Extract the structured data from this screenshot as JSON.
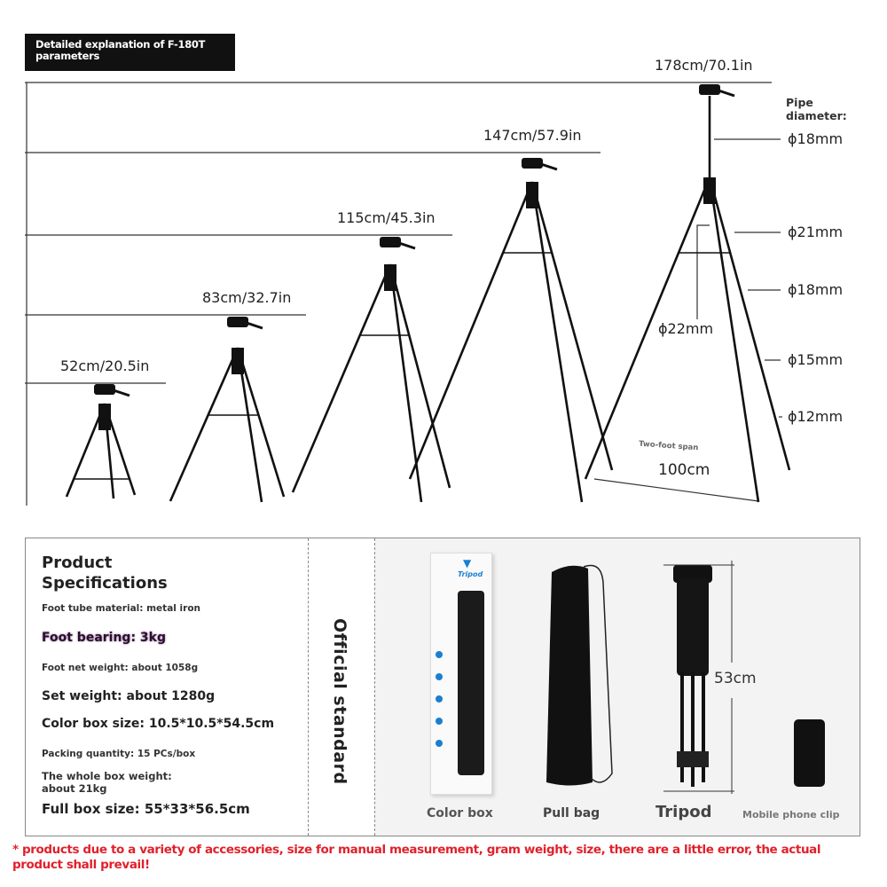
{
  "title": "Detailed explanation of F-180T parameters",
  "heights": [
    {
      "label": "178cm/70.1in"
    },
    {
      "label": "147cm/57.9in"
    },
    {
      "label": "115cm/45.3in"
    },
    {
      "label": "83cm/32.7in"
    },
    {
      "label": "52cm/20.5in"
    }
  ],
  "pipe_diameter": {
    "label": "Pipe diameter:",
    "values": [
      "ϕ18mm",
      "ϕ21mm",
      "ϕ18mm",
      "ϕ15mm",
      "ϕ12mm"
    ],
    "center": "ϕ22mm"
  },
  "span": {
    "label": "Two-foot span",
    "value": "100cm"
  },
  "specs": {
    "heading": "Product Specifications",
    "foot_tube": "Foot tube material: metal iron",
    "foot_bearing": "Foot bearing: 3kg",
    "foot_net_weight": "Foot net weight: about 1058g",
    "set_weight": "Set weight: about 1280g",
    "color_box_size": "Color box size: 10.5*10.5*54.5cm",
    "packing_qty": "Packing quantity: 15 PCs/box",
    "whole_box_weight": "The whole box weight: about 21kg",
    "full_box_size": "Full box size: 55*33*56.5cm"
  },
  "official": "Official standard",
  "items": {
    "color_box": "Color box",
    "box_brand": "Tripod",
    "pull_bag": "Pull bag",
    "tripod": "Tripod",
    "tripod_height": "53cm",
    "phone_clip": "Mobile phone clip"
  },
  "disclaimer": "* products due to a variety of accessories, size for manual measurement, gram weight, size, there are a little error, the actual product shall prevail!",
  "colors": {
    "disclaimer": "#e0212b",
    "title_bg": "#111111",
    "brand": "#1a7fd0"
  }
}
